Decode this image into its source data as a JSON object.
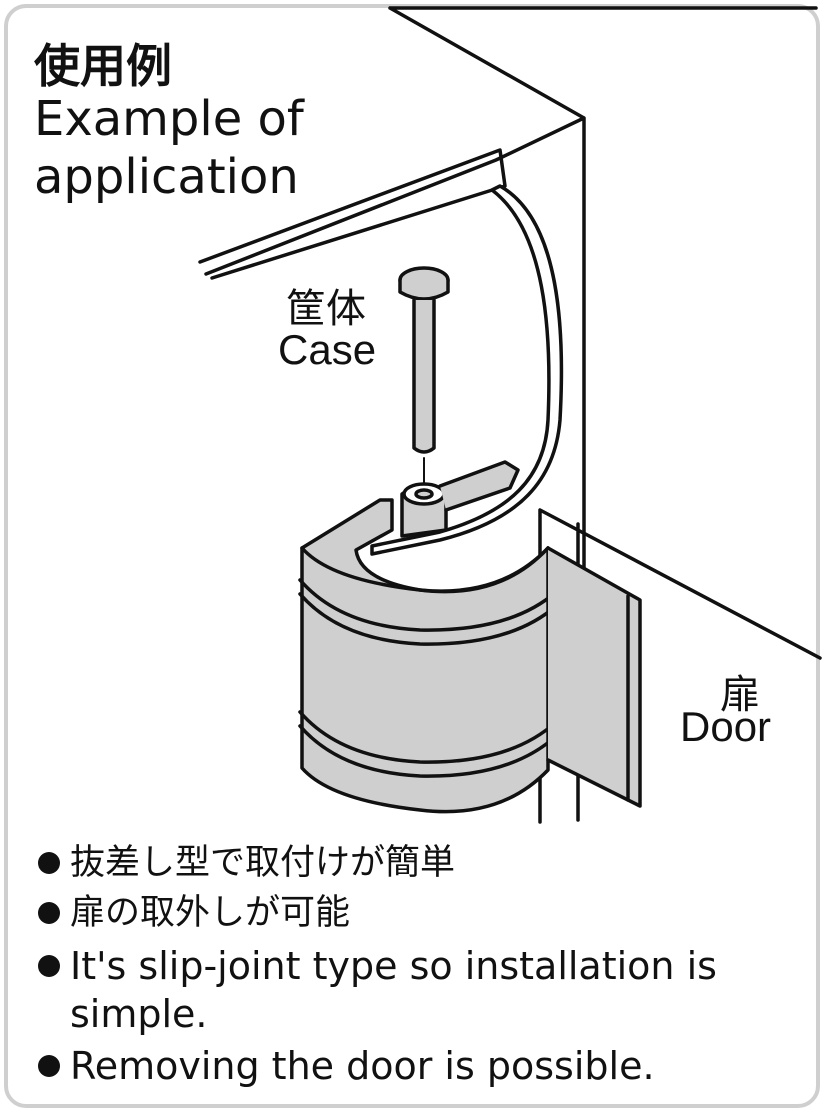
{
  "heading": {
    "jp": "使用例",
    "en": "Example of application"
  },
  "labels": {
    "case_jp": "筐体",
    "case_en": "Case",
    "door_jp": "扉",
    "door_en": "Door"
  },
  "features": [
    "抜差し型で取付けが簡単",
    "扉の取外しが可能",
    "It's slip-joint type so installation is simple.",
    "Removing the door is possible."
  ],
  "colors": {
    "frame_border": "#cfcfcf",
    "part_fill": "#cfcfcf",
    "line": "#111111"
  }
}
